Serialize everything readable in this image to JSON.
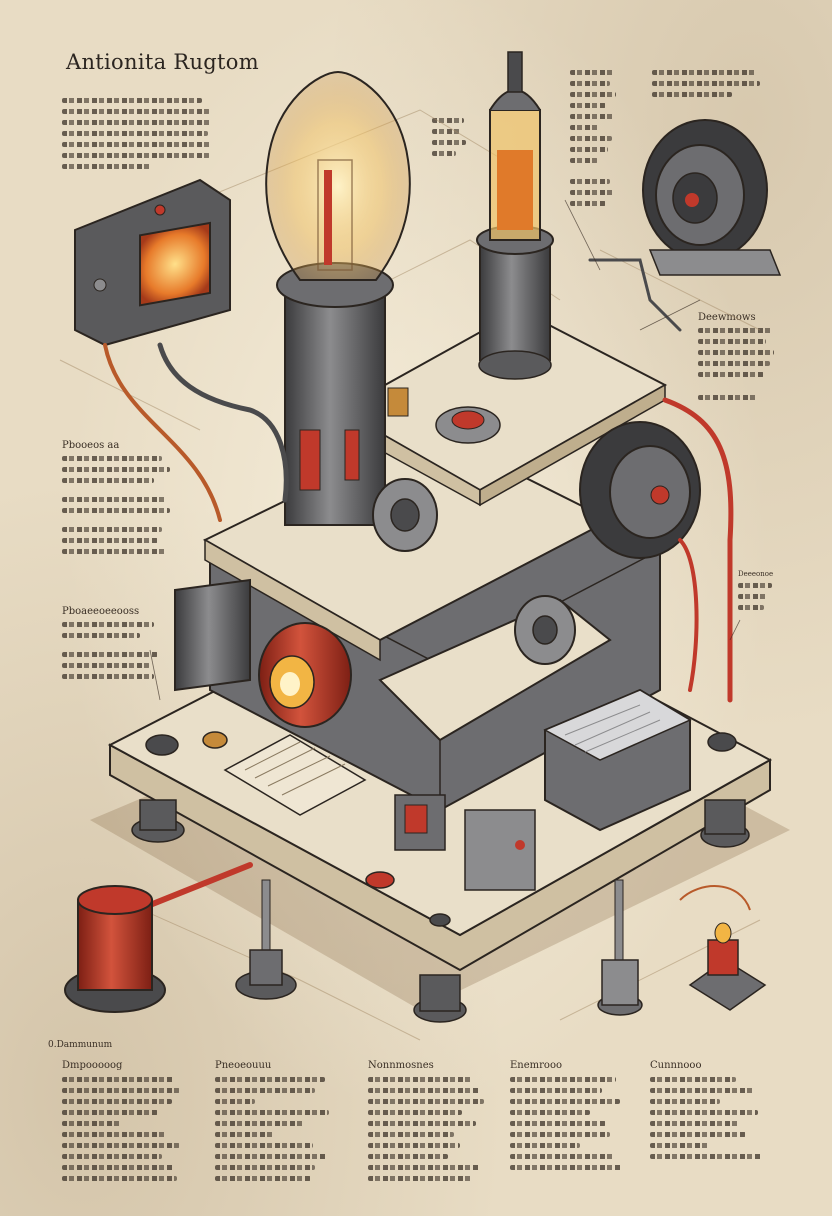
{
  "poster": {
    "title": "Antionita Rugtom"
  },
  "colors": {
    "paper": "#e8dcc4",
    "ink": "#2b2520",
    "metal_dark": "#4a4a4c",
    "metal_mid": "#8a8a8c",
    "cream_panel": "#e9dfc9",
    "accent_red": "#c0392b",
    "glow": "#f2b544"
  },
  "callouts": {
    "top_left_heading": "",
    "left_mid_heading": "Pbooeos aa",
    "left_low_heading": "Pboaeeoeeooss",
    "right_heading": "Deewmows",
    "far_right_heading": "Deeeonoe"
  },
  "bottom_marker": "0.Dammunum",
  "bottom_columns": [
    {
      "heading": "Dmpooooog"
    },
    {
      "heading": "Pneoeouuu"
    },
    {
      "heading": "Nonnmosnes"
    },
    {
      "heading": "Enemrooo"
    },
    {
      "heading": "Cunnnooo"
    }
  ]
}
